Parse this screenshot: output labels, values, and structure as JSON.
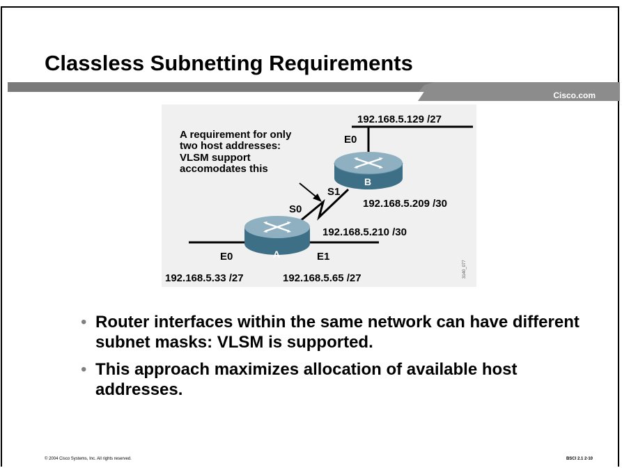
{
  "slide": {
    "title": "Classless Subnetting Requirements",
    "brand": "Cisco.com"
  },
  "diagram": {
    "note": [
      "A requirement for only",
      "two host addresses:",
      "VLSM support",
      "accomodates this"
    ],
    "routers": [
      {
        "id": "A",
        "label": "A"
      },
      {
        "id": "B",
        "label": "B"
      }
    ],
    "interfaces": {
      "b_e0": "E0",
      "b_s1": "S1",
      "a_s0": "S0",
      "a_e0": "E0",
      "a_e1": "E1"
    },
    "addresses": {
      "b_lan": "192.168.5.129 /27",
      "b_serial": "192.168.5.209 /30",
      "a_serial": "192.168.5.210 /30",
      "a_lan_e0": "192.168.5.33 /27",
      "a_lan_e1": "192.168.5.65 /27"
    },
    "figure_id": "3140_077"
  },
  "bullets": [
    "Router interfaces within the same network can have different subnet masks: VLSM is supported.",
    "This approach maximizes allocation of available host addresses."
  ],
  "footer": {
    "copyright": "© 2004 Cisco Systems, Inc. All rights reserved.",
    "course": "BSCI 2.1    2-10"
  }
}
